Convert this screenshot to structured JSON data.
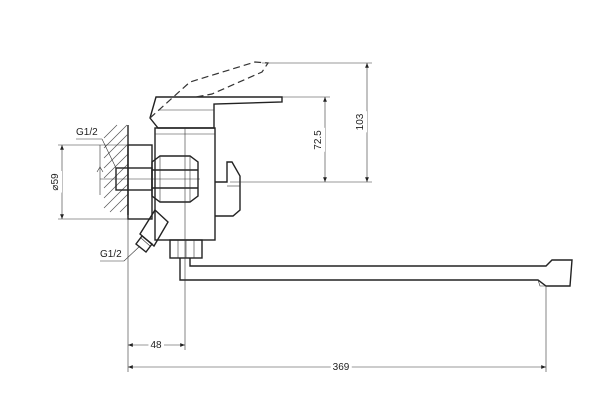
{
  "dimensions": {
    "g12_top": "G1/2",
    "g12_bottom": "G1/2",
    "diameter": "⌀59",
    "height_725": "72.5",
    "height_103": "103",
    "offset_48": "48",
    "length_369": "369"
  },
  "colors": {
    "line": "#222222",
    "hatch": "#555555",
    "background": "#ffffff"
  }
}
